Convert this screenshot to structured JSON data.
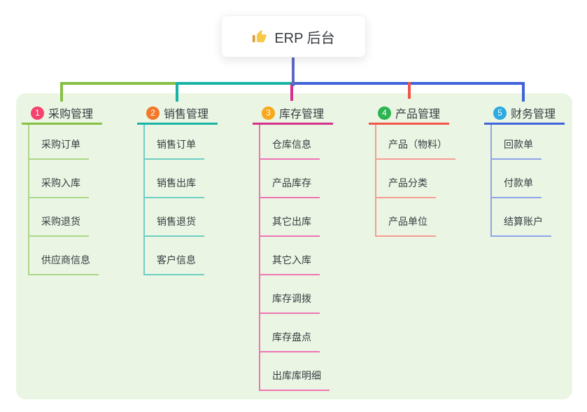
{
  "root": {
    "icon": "thumbs-up-icon",
    "label": "ERP 后台"
  },
  "branches": [
    {
      "num": "1",
      "title": "采购管理",
      "badge_color": "#F4436C",
      "line_color": "#85C044",
      "child_line_color": "#ABD689",
      "children": [
        "采购订单",
        "采购入库",
        "采购退货",
        "供应商信息"
      ]
    },
    {
      "num": "2",
      "title": "销售管理",
      "badge_color": "#F4782A",
      "line_color": "#19B3A6",
      "child_line_color": "#6FCDC3",
      "children": [
        "销售订单",
        "销售出库",
        "销售退货",
        "客户信息"
      ]
    },
    {
      "num": "3",
      "title": "库存管理",
      "badge_color": "#F8A81C",
      "line_color": "#D62F8C",
      "child_line_color": "#EE74B4",
      "children": [
        "仓库信息",
        "产品库存",
        "其它出库",
        "其它入库",
        "库存调拨",
        "库存盘点",
        "出库库明细"
      ]
    },
    {
      "num": "4",
      "title": "产品管理",
      "badge_color": "#2BB44F",
      "line_color": "#F25449",
      "child_line_color": "#F79C94",
      "children": [
        "产品（物料）",
        "产品分类",
        "产品单位"
      ]
    },
    {
      "num": "5",
      "title": "财务管理",
      "badge_color": "#2CAAE1",
      "line_color": "#3F63DA",
      "child_line_color": "#8EA4E8",
      "children": [
        "回款单",
        "付款单",
        "结算账户"
      ]
    }
  ],
  "colors": {
    "page_bg": "#FFFFFF",
    "panel_bg": "#EAF6E3",
    "root_connector": "#5C6BC0",
    "text": "#383C42"
  }
}
